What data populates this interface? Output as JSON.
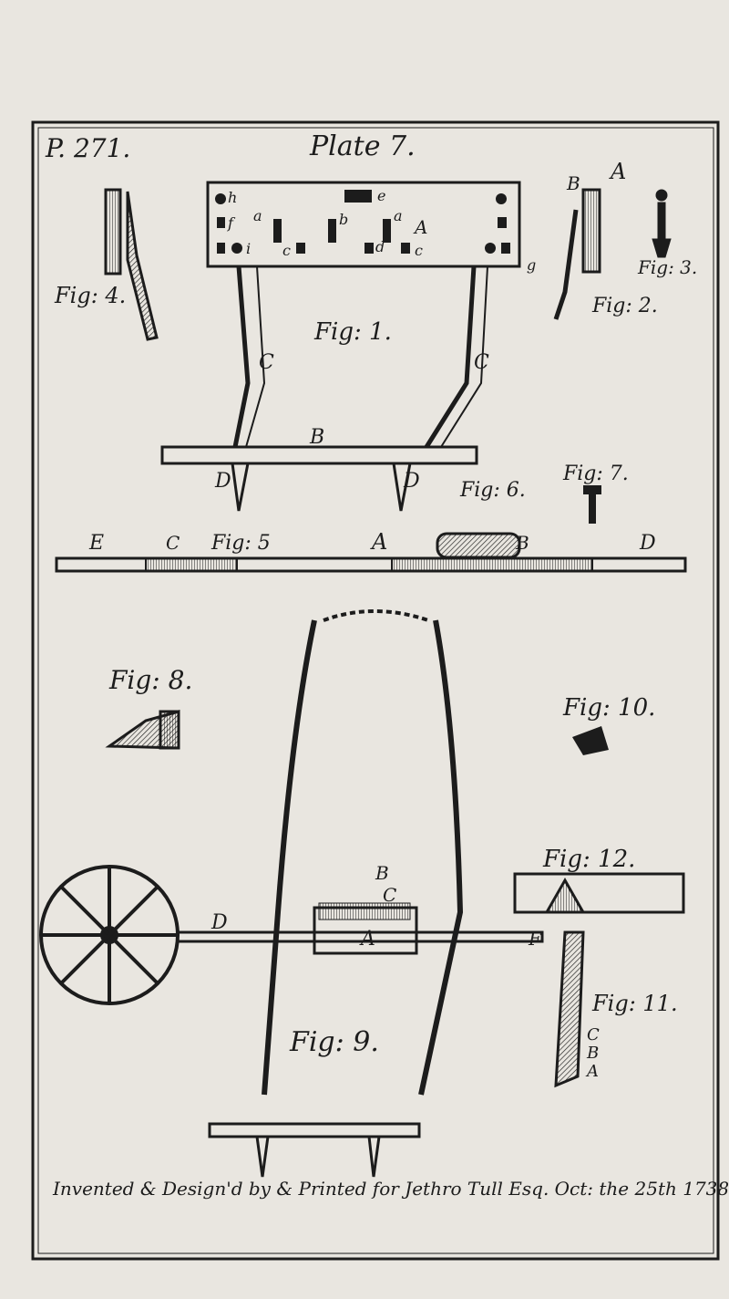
{
  "plate": {
    "page_ref": "P. 271.",
    "title": "Plate 7.",
    "imprint": "Invented & Design'd by & Printed for Jethro Tull Esq. Oct: the 25th 1738"
  },
  "figures": {
    "fig1": "Fig: 1.",
    "fig2": "Fig: 2.",
    "fig3": "Fig: 3.",
    "fig4": "Fig: 4.",
    "fig5": "Fig: 5",
    "fig6": "Fig: 6.",
    "fig7": "Fig: 7.",
    "fig8": "Fig: 8.",
    "fig9": "Fig: 9.",
    "fig10": "Fig: 10.",
    "fig11": "Fig: 11.",
    "fig12": "Fig: 12."
  },
  "letters": {
    "a": "a",
    "b": "b",
    "c": "c",
    "d": "d",
    "e": "e",
    "f": "f",
    "g": "g",
    "h": "h",
    "i": "i",
    "A": "A",
    "B": "B",
    "C": "C",
    "D": "D",
    "E": "E",
    "F": "F"
  },
  "colors": {
    "paper": "#e9e6e0",
    "ink": "#1c1c1c"
  }
}
